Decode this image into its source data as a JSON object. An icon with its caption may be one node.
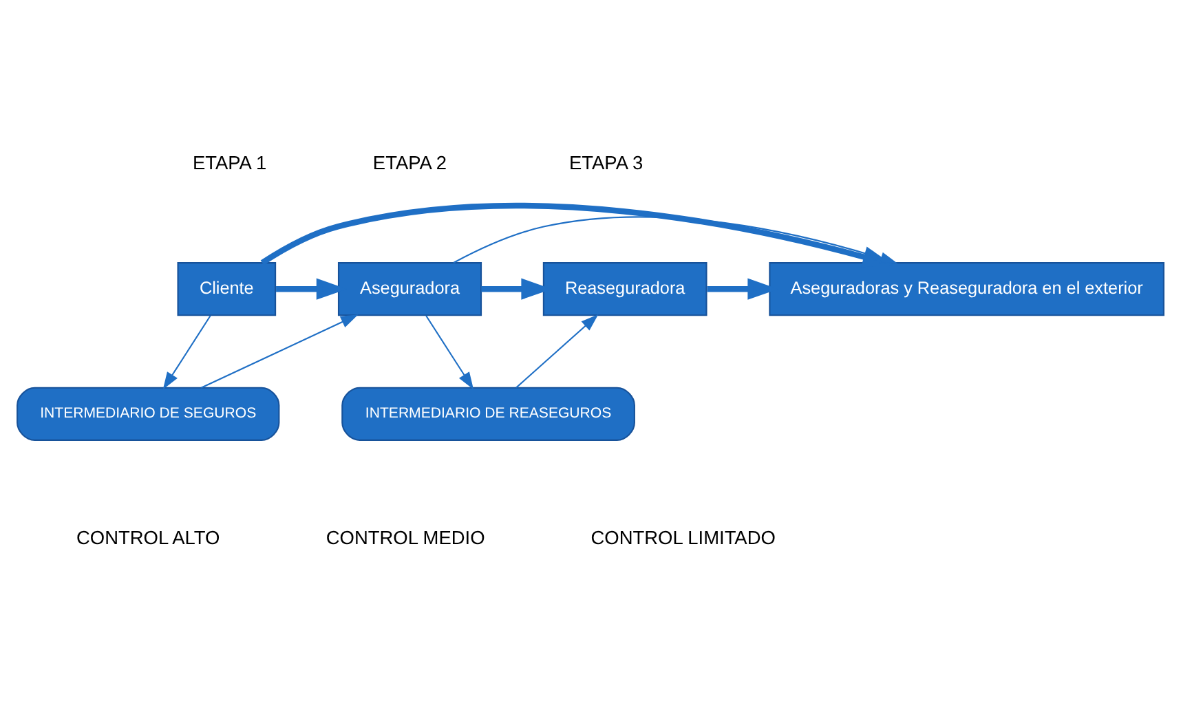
{
  "diagram": {
    "nodes": [
      {
        "text": [
          "Cliente"
        ]
      },
      {
        "text": [
          "Aseguradora"
        ]
      },
      {
        "text": [
          "Reaseguradora"
        ]
      },
      {
        "text": [
          "Aseguradoras y Reaseguradora en el exterior"
        ]
      },
      {
        "text": [
          "INTERMEDIARIO DE SEGUROS"
        ]
      },
      {
        "text": [
          "INTERMEDIARIO DE REASEGUROS"
        ]
      }
    ],
    "edges": [
      {
        "from": 0,
        "to": 3,
        "arrow": "to",
        "style": "thick"
      },
      {
        "from": 1,
        "to": 3,
        "arrow": "to"
      },
      {
        "from": 0,
        "to": 1,
        "arrow": "to",
        "style": "thick"
      },
      {
        "from": 1,
        "to": 2,
        "arrow": "to",
        "style": "thick"
      },
      {
        "from": 2,
        "to": 3,
        "arrow": "to",
        "style": "thick"
      },
      {
        "from": 0,
        "to": 4,
        "arrow": "to"
      },
      {
        "from": 4,
        "to": 1,
        "arrow": "to"
      },
      {
        "from": 1,
        "to": 5,
        "arrow": "to"
      },
      {
        "from": 5,
        "to": 2,
        "arrow": "to"
      }
    ],
    "labels": [
      "ETAPA 1",
      "ETAPA 2",
      "ETAPA 3",
      "CONTROL ALTO",
      "CONTROL MEDIO",
      "CONTROL LIMITADO"
    ]
  }
}
